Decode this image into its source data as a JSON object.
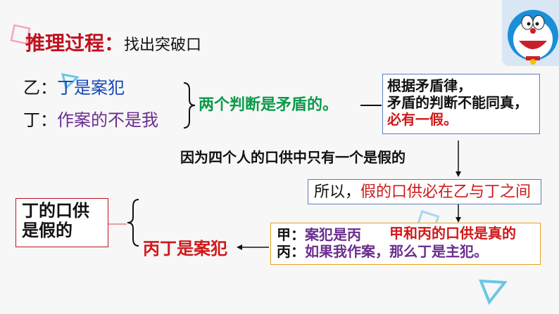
{
  "title": {
    "prefix": "推理过程：",
    "main": "找出突破口"
  },
  "statements": {
    "yi_label": "乙：",
    "yi_text": "丁是案犯",
    "ding_label": "丁：",
    "ding_text": "作案的不是我"
  },
  "contradiction": "两个判断是矛盾的。",
  "law_box": {
    "line1": "根据矛盾律，",
    "line2": "矛盾的判断不能同真，",
    "line3": "必有一假。"
  },
  "reason": "因为四个人的口供中只有一个是假的",
  "conclusion_box": {
    "prefix": "所以，",
    "text": "假的口供必在乙与丁之间"
  },
  "false_box": {
    "line1": "丁的口供",
    "line2": "是假的"
  },
  "culprit": "丙丁是案犯",
  "bottom_box": {
    "jia_label": "甲：",
    "jia_text": "案犯是丙",
    "bing_label": "丙：",
    "bing_text": "如果我作案，那么丁是主犯。",
    "overlay": "甲和丙的口供是真的"
  },
  "colors": {
    "title_red": "#c0121e",
    "blue": "#1646b8",
    "purple": "#6a2d8e",
    "green": "#0a9a48",
    "red": "#d01818",
    "orange": "#e6a21c"
  },
  "icons": [
    "mascot-icon",
    "triangle-icon",
    "square-outline-icon"
  ]
}
